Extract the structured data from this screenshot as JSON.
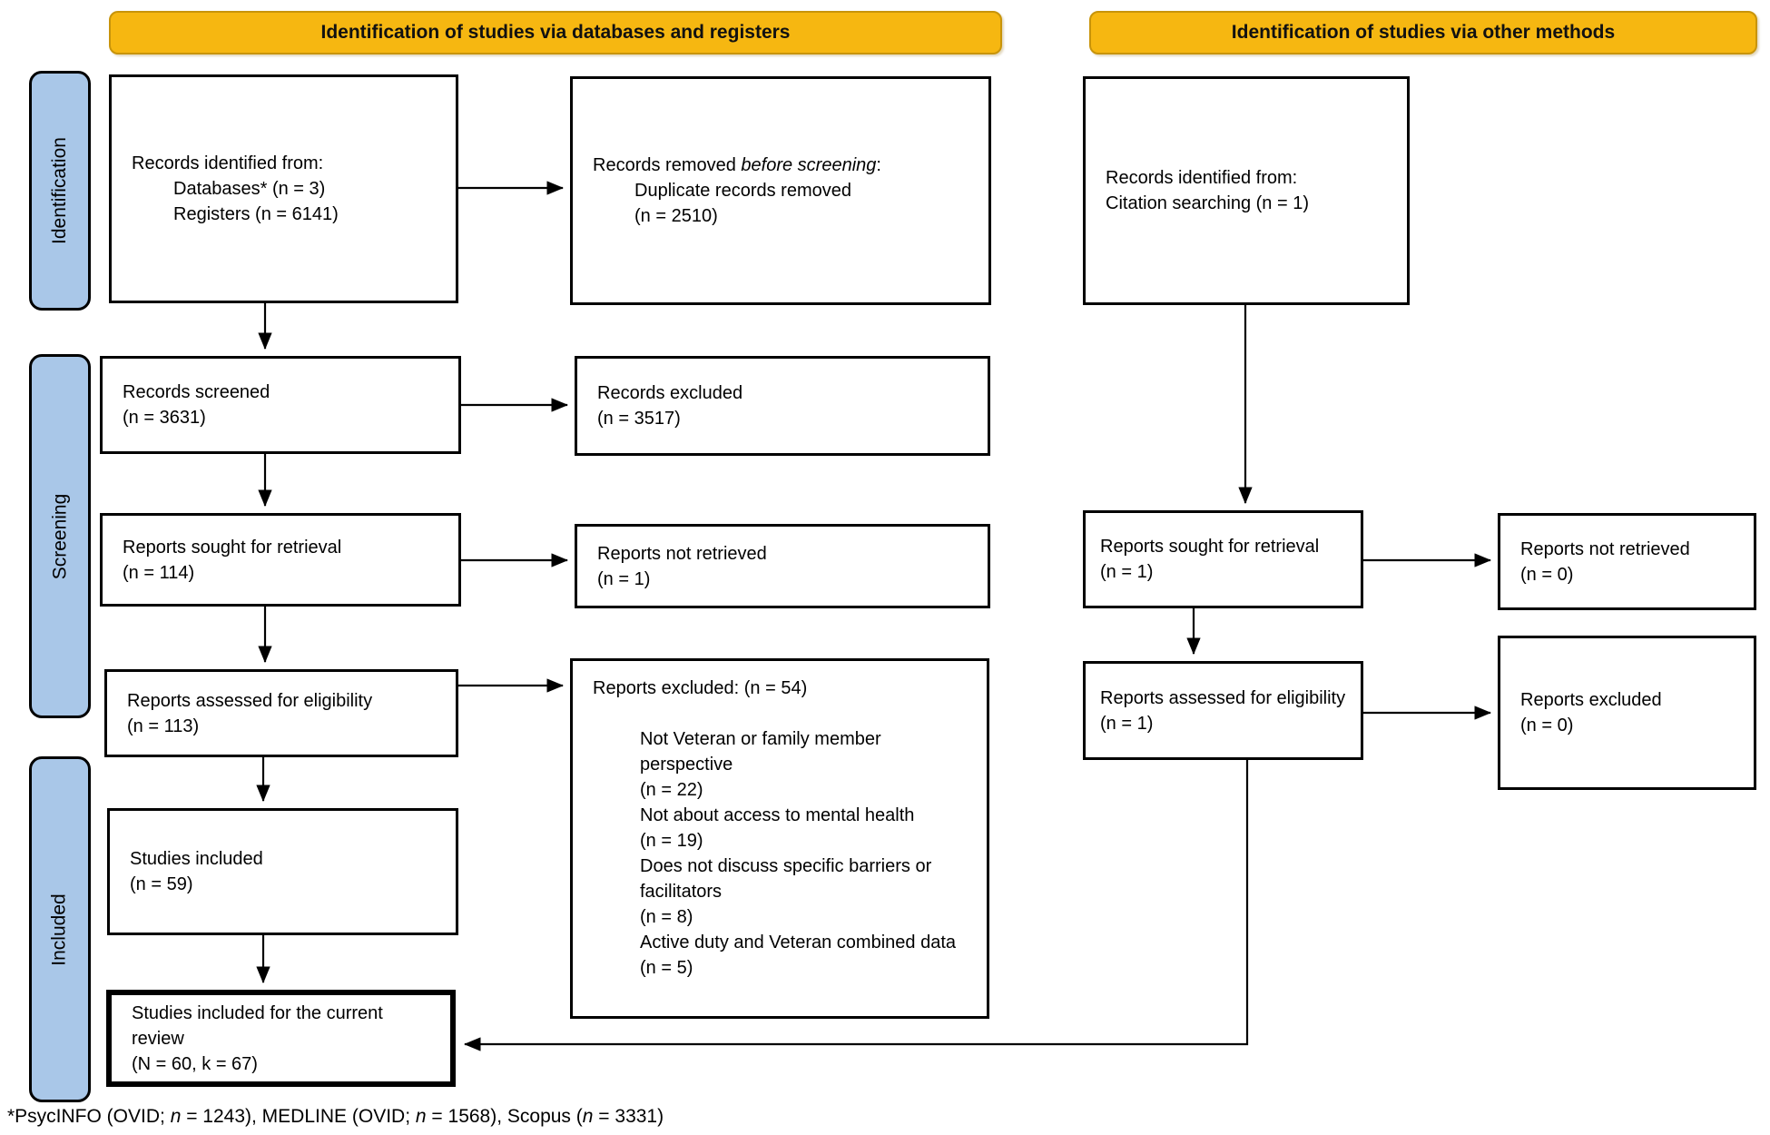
{
  "banners": {
    "databases": "Identification of studies via databases and registers",
    "other": "Identification of studies via other methods"
  },
  "sidebar": {
    "identification": "Identification",
    "screening": "Screening",
    "included": "Included"
  },
  "colors": {
    "banner_bg": "#F6B711",
    "banner_border": "#C8940A",
    "sidebar_bg": "#A9C7E8"
  },
  "boxes": {
    "records_identified": {
      "line1": "Records identified from:",
      "line2": "Databases* (n = 3)",
      "line3": "Registers (n = 6141)"
    },
    "records_removed": {
      "pre": "Records removed ",
      "italic": "before screening",
      "post": ":",
      "line2": "Duplicate records removed",
      "line3": "(n = 2510)"
    },
    "citation_records": {
      "line1": "Records identified from:",
      "line2": "Citation searching (n = 1)"
    },
    "records_screened": {
      "line1": "Records screened",
      "line2": "(n = 3631)"
    },
    "records_excluded": {
      "line1": "Records excluded",
      "line2": "(n = 3517)"
    },
    "reports_sought": {
      "line1": "Reports sought for retrieval",
      "line2": "(n = 114)"
    },
    "reports_not_retrieved": {
      "line1": "Reports not retrieved",
      "line2": "(n = 1)"
    },
    "reports_assessed": {
      "line1": "Reports assessed for eligibility",
      "line2": "(n = 113)"
    },
    "reports_excluded_reasons": {
      "title": "Reports excluded: (n = 54)",
      "reasons": [
        {
          "text": "Not Veteran or family member perspective",
          "count": "(n = 22)"
        },
        {
          "text": "Not about access to mental health",
          "count": "(n = 19)"
        },
        {
          "text": "Does not discuss specific barriers or facilitators",
          "count": "(n = 8)"
        },
        {
          "text": "Active duty and Veteran combined data",
          "count": "(n = 5)"
        }
      ]
    },
    "studies_included": {
      "line1": "Studies included",
      "line2": "(n = 59)"
    },
    "final_included": {
      "line1": "Studies included for the current review",
      "line2": "(N = 60, k = 67)"
    },
    "citation_sought": {
      "line1": "Reports sought for retrieval",
      "line2": "(n = 1)"
    },
    "citation_not_retrieved": {
      "line1": "Reports not retrieved",
      "line2": "(n = 0)"
    },
    "citation_assessed": {
      "line1": "Reports assessed for eligibility",
      "line2": "(n = 1)"
    },
    "citation_excluded": {
      "line1": "Reports excluded",
      "line2": "(n = 0)"
    }
  },
  "footnote": {
    "parts": [
      {
        "text": "*PsycINFO (OVID; ",
        "italic": false
      },
      {
        "text": "n",
        "italic": true
      },
      {
        "text": " = 1243), MEDLINE (OVID; ",
        "italic": false
      },
      {
        "text": "n",
        "italic": true
      },
      {
        "text": " = 1568), Scopus (",
        "italic": false
      },
      {
        "text": "n",
        "italic": true
      },
      {
        "text": " = 3331)",
        "italic": false
      }
    ]
  }
}
